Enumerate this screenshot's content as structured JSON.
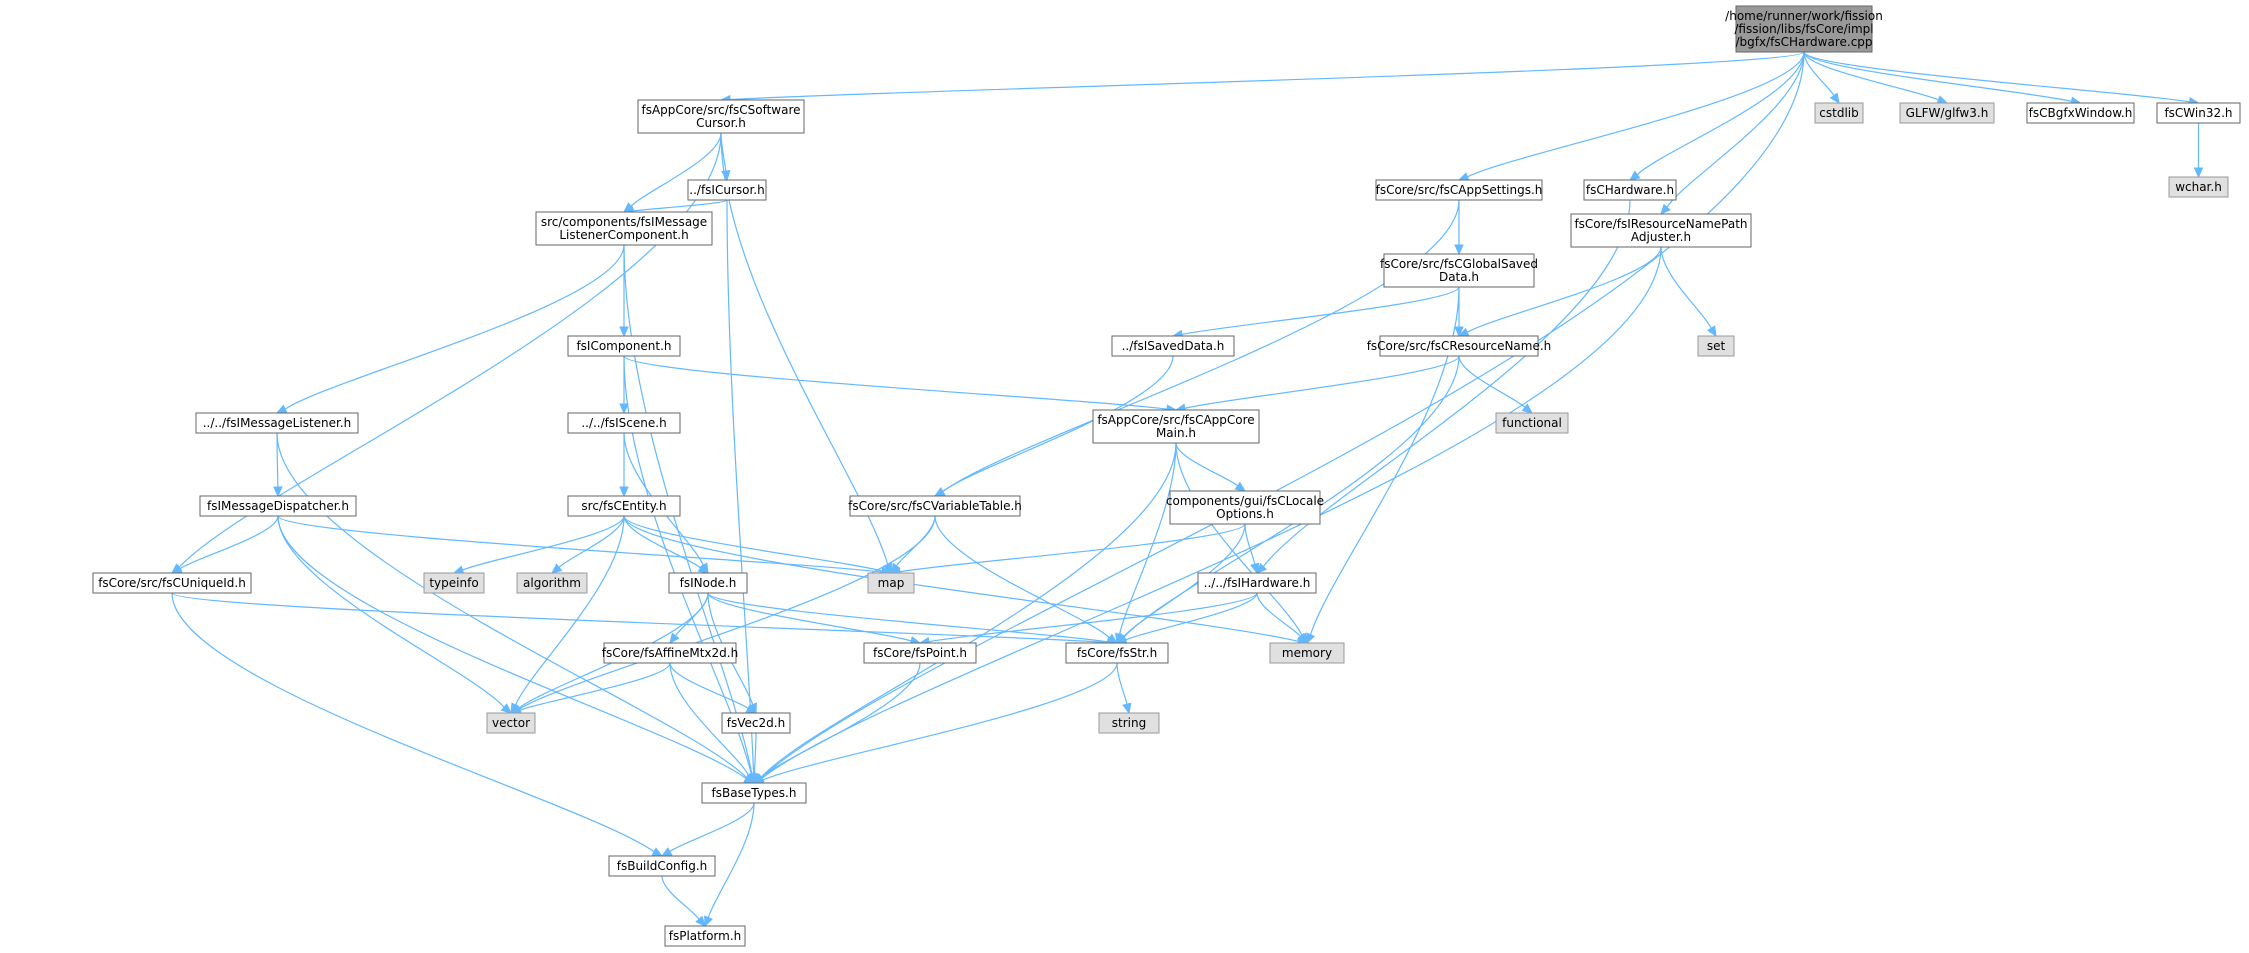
{
  "colors": {
    "edge": "#63b8ff",
    "node_fill": "#ffffff",
    "node_stroke": "#666666",
    "external_fill": "#e0e0e0",
    "external_stroke": "#999999",
    "root_fill": "#999999",
    "root_stroke": "#666666"
  },
  "nodes": [
    {
      "id": "root",
      "kind": "root",
      "lines": [
        "/home/runner/work/fission",
        "/fission/libs/fsCore/impl",
        "/bgfx/fsCHardware.cpp"
      ]
    },
    {
      "id": "softcursor",
      "kind": "file",
      "lines": [
        "fsAppCore/src/fsCSoftware",
        "Cursor.h"
      ]
    },
    {
      "id": "cstdlib",
      "kind": "external",
      "lines": [
        "cstdlib"
      ]
    },
    {
      "id": "glfw",
      "kind": "external",
      "lines": [
        "GLFW/glfw3.h"
      ]
    },
    {
      "id": "bgfxwindow",
      "kind": "file",
      "lines": [
        "fsCBgfxWindow.h"
      ]
    },
    {
      "id": "win32",
      "kind": "file",
      "lines": [
        "fsCWin32.h"
      ]
    },
    {
      "id": "wchar",
      "kind": "external",
      "lines": [
        "wchar.h"
      ]
    },
    {
      "id": "icursor",
      "kind": "file",
      "lines": [
        "../fsICursor.h"
      ]
    },
    {
      "id": "appsettings",
      "kind": "file",
      "lines": [
        "fsCore/src/fsCAppSettings.h"
      ]
    },
    {
      "id": "chardware",
      "kind": "file",
      "lines": [
        "fsCHardware.h"
      ]
    },
    {
      "id": "msglistcomp",
      "kind": "file",
      "lines": [
        "src/components/fsIMessage",
        "ListenerComponent.h"
      ]
    },
    {
      "id": "globalsaved",
      "kind": "file",
      "lines": [
        "fsCore/src/fsCGlobalSaved",
        "Data.h"
      ]
    },
    {
      "id": "resnamepath",
      "kind": "file",
      "lines": [
        "fsCore/fsIResourceNamePath",
        "Adjuster.h"
      ]
    },
    {
      "id": "icomponent",
      "kind": "file",
      "lines": [
        "fsIComponent.h"
      ]
    },
    {
      "id": "isaveddata",
      "kind": "file",
      "lines": [
        "../fsISavedData.h"
      ]
    },
    {
      "id": "resname",
      "kind": "file",
      "lines": [
        "fsCore/src/fsCResourceName.h"
      ]
    },
    {
      "id": "set",
      "kind": "external",
      "lines": [
        "set"
      ]
    },
    {
      "id": "msglistener",
      "kind": "file",
      "lines": [
        "../../fsIMessageListener.h"
      ]
    },
    {
      "id": "iscene",
      "kind": "file",
      "lines": [
        "../../fsIScene.h"
      ]
    },
    {
      "id": "appcoremain",
      "kind": "file",
      "lines": [
        "fsAppCore/src/fsCAppCore",
        "Main.h"
      ]
    },
    {
      "id": "functional",
      "kind": "external",
      "lines": [
        "functional"
      ]
    },
    {
      "id": "msgdispatcher",
      "kind": "file",
      "lines": [
        "fsIMessageDispatcher.h"
      ]
    },
    {
      "id": "centity",
      "kind": "file",
      "lines": [
        "src/fsCEntity.h"
      ]
    },
    {
      "id": "vartable",
      "kind": "file",
      "lines": [
        "fsCore/src/fsCVariableTable.h"
      ]
    },
    {
      "id": "locale",
      "kind": "file",
      "lines": [
        "components/gui/fsCLocale",
        "Options.h"
      ]
    },
    {
      "id": "uniqueid",
      "kind": "file",
      "lines": [
        "fsCore/src/fsCUniqueId.h"
      ]
    },
    {
      "id": "typeinfo",
      "kind": "external",
      "lines": [
        "typeinfo"
      ]
    },
    {
      "id": "algorithm",
      "kind": "external",
      "lines": [
        "algorithm"
      ]
    },
    {
      "id": "inode",
      "kind": "file",
      "lines": [
        "fsINode.h"
      ]
    },
    {
      "id": "map",
      "kind": "external",
      "lines": [
        "map"
      ]
    },
    {
      "id": "ihardware",
      "kind": "file",
      "lines": [
        "../../fsIHardware.h"
      ]
    },
    {
      "id": "affine",
      "kind": "file",
      "lines": [
        "fsCore/fsAffineMtx2d.h"
      ]
    },
    {
      "id": "point",
      "kind": "file",
      "lines": [
        "fsCore/fsPoint.h"
      ]
    },
    {
      "id": "str",
      "kind": "file",
      "lines": [
        "fsCore/fsStr.h"
      ]
    },
    {
      "id": "memory",
      "kind": "external",
      "lines": [
        "memory"
      ]
    },
    {
      "id": "vector",
      "kind": "external",
      "lines": [
        "vector"
      ]
    },
    {
      "id": "vec2d",
      "kind": "file",
      "lines": [
        "fsVec2d.h"
      ]
    },
    {
      "id": "string",
      "kind": "external",
      "lines": [
        "string"
      ]
    },
    {
      "id": "basetypes",
      "kind": "file",
      "lines": [
        "fsBaseTypes.h"
      ]
    },
    {
      "id": "buildconfig",
      "kind": "file",
      "lines": [
        "fsBuildConfig.h"
      ]
    },
    {
      "id": "platform",
      "kind": "file",
      "lines": [
        "fsPlatform.h"
      ]
    }
  ],
  "edges": [
    [
      "root",
      "softcursor"
    ],
    [
      "root",
      "cstdlib"
    ],
    [
      "root",
      "glfw"
    ],
    [
      "root",
      "bgfxwindow"
    ],
    [
      "root",
      "win32"
    ],
    [
      "root",
      "appsettings"
    ],
    [
      "root",
      "chardware"
    ],
    [
      "root",
      "resnamepath"
    ],
    [
      "root",
      "basetypes"
    ],
    [
      "win32",
      "wchar"
    ],
    [
      "softcursor",
      "icursor"
    ],
    [
      "softcursor",
      "msglistcomp"
    ],
    [
      "softcursor",
      "uniqueid"
    ],
    [
      "softcursor",
      "map"
    ],
    [
      "icursor",
      "msglistcomp"
    ],
    [
      "icursor",
      "basetypes"
    ],
    [
      "msglistcomp",
      "icomponent"
    ],
    [
      "msglistcomp",
      "msglistener"
    ],
    [
      "msglistcomp",
      "basetypes"
    ],
    [
      "appsettings",
      "globalsaved"
    ],
    [
      "appsettings",
      "vartable"
    ],
    [
      "chardware",
      "ihardware"
    ],
    [
      "globalsaved",
      "isaveddata"
    ],
    [
      "globalsaved",
      "resname"
    ],
    [
      "globalsaved",
      "memory"
    ],
    [
      "resnamepath",
      "resname"
    ],
    [
      "resnamepath",
      "set"
    ],
    [
      "resnamepath",
      "basetypes"
    ],
    [
      "icomponent",
      "iscene"
    ],
    [
      "icomponent",
      "appcoremain"
    ],
    [
      "icomponent",
      "basetypes"
    ],
    [
      "isaveddata",
      "vartable"
    ],
    [
      "resname",
      "appcoremain"
    ],
    [
      "resname",
      "functional"
    ],
    [
      "resname",
      "str"
    ],
    [
      "msglistener",
      "msgdispatcher"
    ],
    [
      "msglistener",
      "basetypes"
    ],
    [
      "iscene",
      "centity"
    ],
    [
      "iscene",
      "inode"
    ],
    [
      "appcoremain",
      "locale"
    ],
    [
      "appcoremain",
      "str"
    ],
    [
      "appcoremain",
      "memory"
    ],
    [
      "appcoremain",
      "basetypes"
    ],
    [
      "msgdispatcher",
      "uniqueid"
    ],
    [
      "msgdispatcher",
      "map"
    ],
    [
      "msgdispatcher",
      "vector"
    ],
    [
      "msgdispatcher",
      "basetypes"
    ],
    [
      "centity",
      "typeinfo"
    ],
    [
      "centity",
      "algorithm"
    ],
    [
      "centity",
      "inode"
    ],
    [
      "centity",
      "map"
    ],
    [
      "centity",
      "memory"
    ],
    [
      "centity",
      "vector"
    ],
    [
      "vartable",
      "map"
    ],
    [
      "vartable",
      "str"
    ],
    [
      "vartable",
      "vector"
    ],
    [
      "locale",
      "map"
    ],
    [
      "locale",
      "ihardware"
    ],
    [
      "locale",
      "str"
    ],
    [
      "uniqueid",
      "str"
    ],
    [
      "uniqueid",
      "buildconfig"
    ],
    [
      "inode",
      "affine"
    ],
    [
      "inode",
      "point"
    ],
    [
      "inode",
      "str"
    ],
    [
      "inode",
      "vector"
    ],
    [
      "inode",
      "vec2d"
    ],
    [
      "ihardware",
      "point"
    ],
    [
      "ihardware",
      "str"
    ],
    [
      "ihardware",
      "memory"
    ],
    [
      "affine",
      "vector"
    ],
    [
      "affine",
      "vec2d"
    ],
    [
      "affine",
      "basetypes"
    ],
    [
      "point",
      "basetypes"
    ],
    [
      "str",
      "string"
    ],
    [
      "str",
      "basetypes"
    ],
    [
      "vec2d",
      "basetypes"
    ],
    [
      "basetypes",
      "buildconfig"
    ],
    [
      "basetypes",
      "platform"
    ],
    [
      "buildconfig",
      "platform"
    ]
  ]
}
